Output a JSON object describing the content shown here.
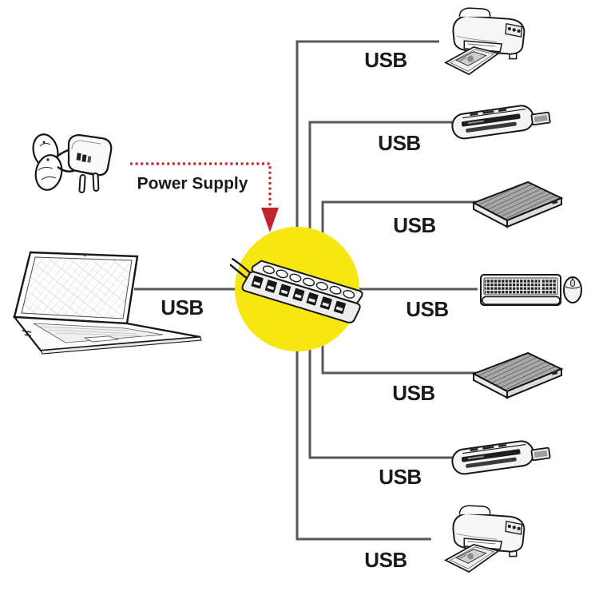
{
  "colors": {
    "yellow": "#f6e612",
    "red": "#c2242f",
    "line": "#58585a",
    "text": "#1a1a1a"
  },
  "power_supply": {
    "label": "Power Supply",
    "icon": "power-adapter-icon"
  },
  "hub": {
    "icon": "usb-hub-icon"
  },
  "connections": [
    {
      "device": "laptop",
      "icon": "laptop-icon",
      "label": "USB",
      "side": "left"
    },
    {
      "device": "printer",
      "icon": "printer-icon",
      "label": "USB",
      "side": "right"
    },
    {
      "device": "card-reader",
      "icon": "card-reader-icon",
      "label": "USB",
      "side": "right"
    },
    {
      "device": "external-hard-drive",
      "icon": "hard-drive-icon",
      "label": "USB",
      "side": "right"
    },
    {
      "device": "keyboard-and-mouse",
      "icon": "keyboard-mouse-icon",
      "label": "USB",
      "side": "right"
    },
    {
      "device": "external-hard-drive",
      "icon": "hard-drive-icon",
      "label": "USB",
      "side": "right"
    },
    {
      "device": "card-reader",
      "icon": "card-reader-icon",
      "label": "USB",
      "side": "right"
    },
    {
      "device": "printer",
      "icon": "printer-icon",
      "label": "USB",
      "side": "right"
    }
  ]
}
